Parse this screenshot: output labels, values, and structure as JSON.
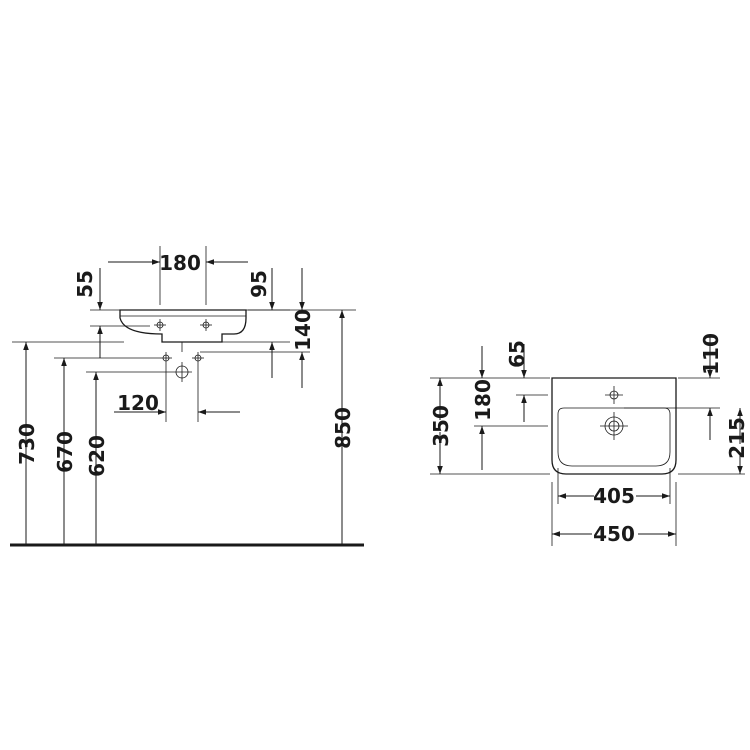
{
  "diagram": {
    "side_view": {
      "dim_top_width": "180",
      "dim_rim_left": "55",
      "dim_rim_right": "95",
      "dim_basin_depth": "140",
      "dim_trap_offset": "120",
      "dim_height_730": "730",
      "dim_height_670": "670",
      "dim_height_620": "620",
      "dim_height_850": "850"
    },
    "top_view": {
      "dim_tap_offset": "65",
      "dim_bowl_offset": "180",
      "dim_total_depth": "350",
      "dim_tap_from_back": "110",
      "dim_drain_from_front": "215",
      "dim_inner_width": "405",
      "dim_outer_width": "450"
    }
  }
}
